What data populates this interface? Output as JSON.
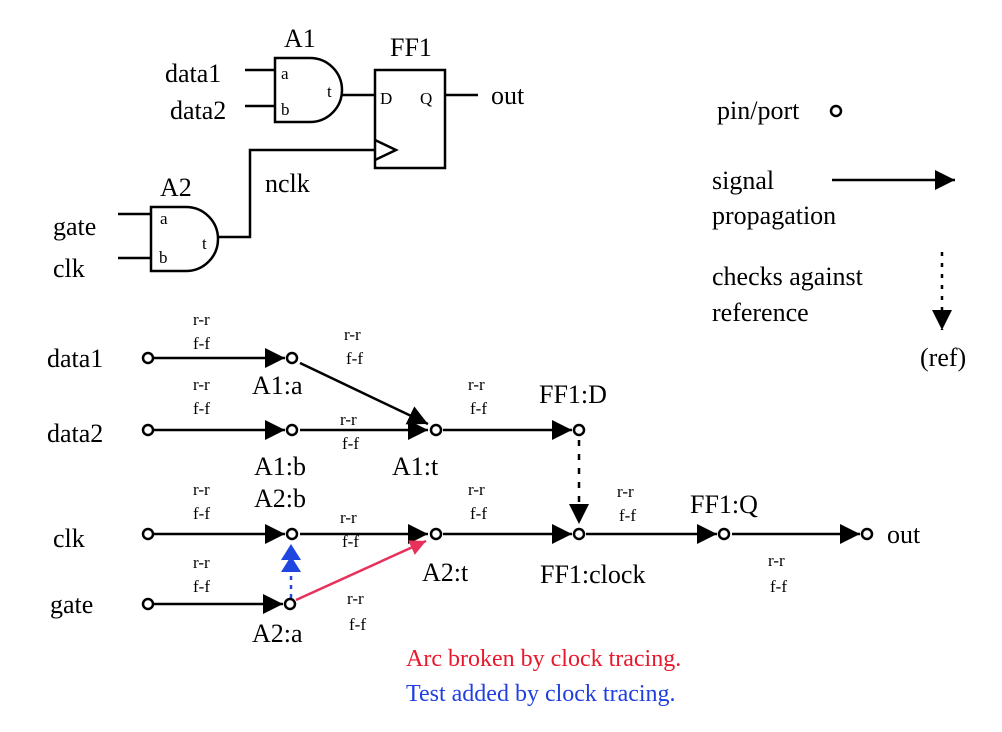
{
  "colors": {
    "ink": "#000000",
    "broken_arc": "#e8315a",
    "added_test": "#1f47e0",
    "note_red": "#e8192c",
    "note_blue": "#1f3fe0"
  },
  "schematic": {
    "gate_a1": {
      "name": "A1",
      "pin_a": "a",
      "pin_b": "b",
      "pin_t": "t"
    },
    "gate_a2": {
      "name": "A2",
      "pin_a": "a",
      "pin_b": "b",
      "pin_t": "t"
    },
    "flipflop": {
      "name": "FF1",
      "pin_d": "D",
      "pin_q": "Q"
    },
    "inputs": {
      "data1": "data1",
      "data2": "data2",
      "gate": "gate",
      "clk": "clk"
    },
    "net_nclk": "nclk",
    "output": "out"
  },
  "legend": {
    "pin_port": "pin/port",
    "signal_line1": "signal",
    "signal_line2": "propagation",
    "checks_line1": "checks against",
    "checks_line2": "reference",
    "ref": "(ref)"
  },
  "graph": {
    "nodes": {
      "data1": "data1",
      "data2": "data2",
      "clk": "clk",
      "gate": "gate",
      "a1_a": "A1:a",
      "a1_b": "A1:b",
      "a1_t": "A1:t",
      "a2_b": "A2:b",
      "a2_a": "A2:a",
      "a2_t": "A2:t",
      "ff1_d": "FF1:D",
      "ff1_clock": "FF1:clock",
      "ff1_q": "FF1:Q",
      "out": "out"
    },
    "arc_rr": "r-r",
    "arc_ff": "f-f"
  },
  "notes": {
    "broken": "Arc broken by clock tracing.",
    "added": "Test added by clock tracing."
  }
}
